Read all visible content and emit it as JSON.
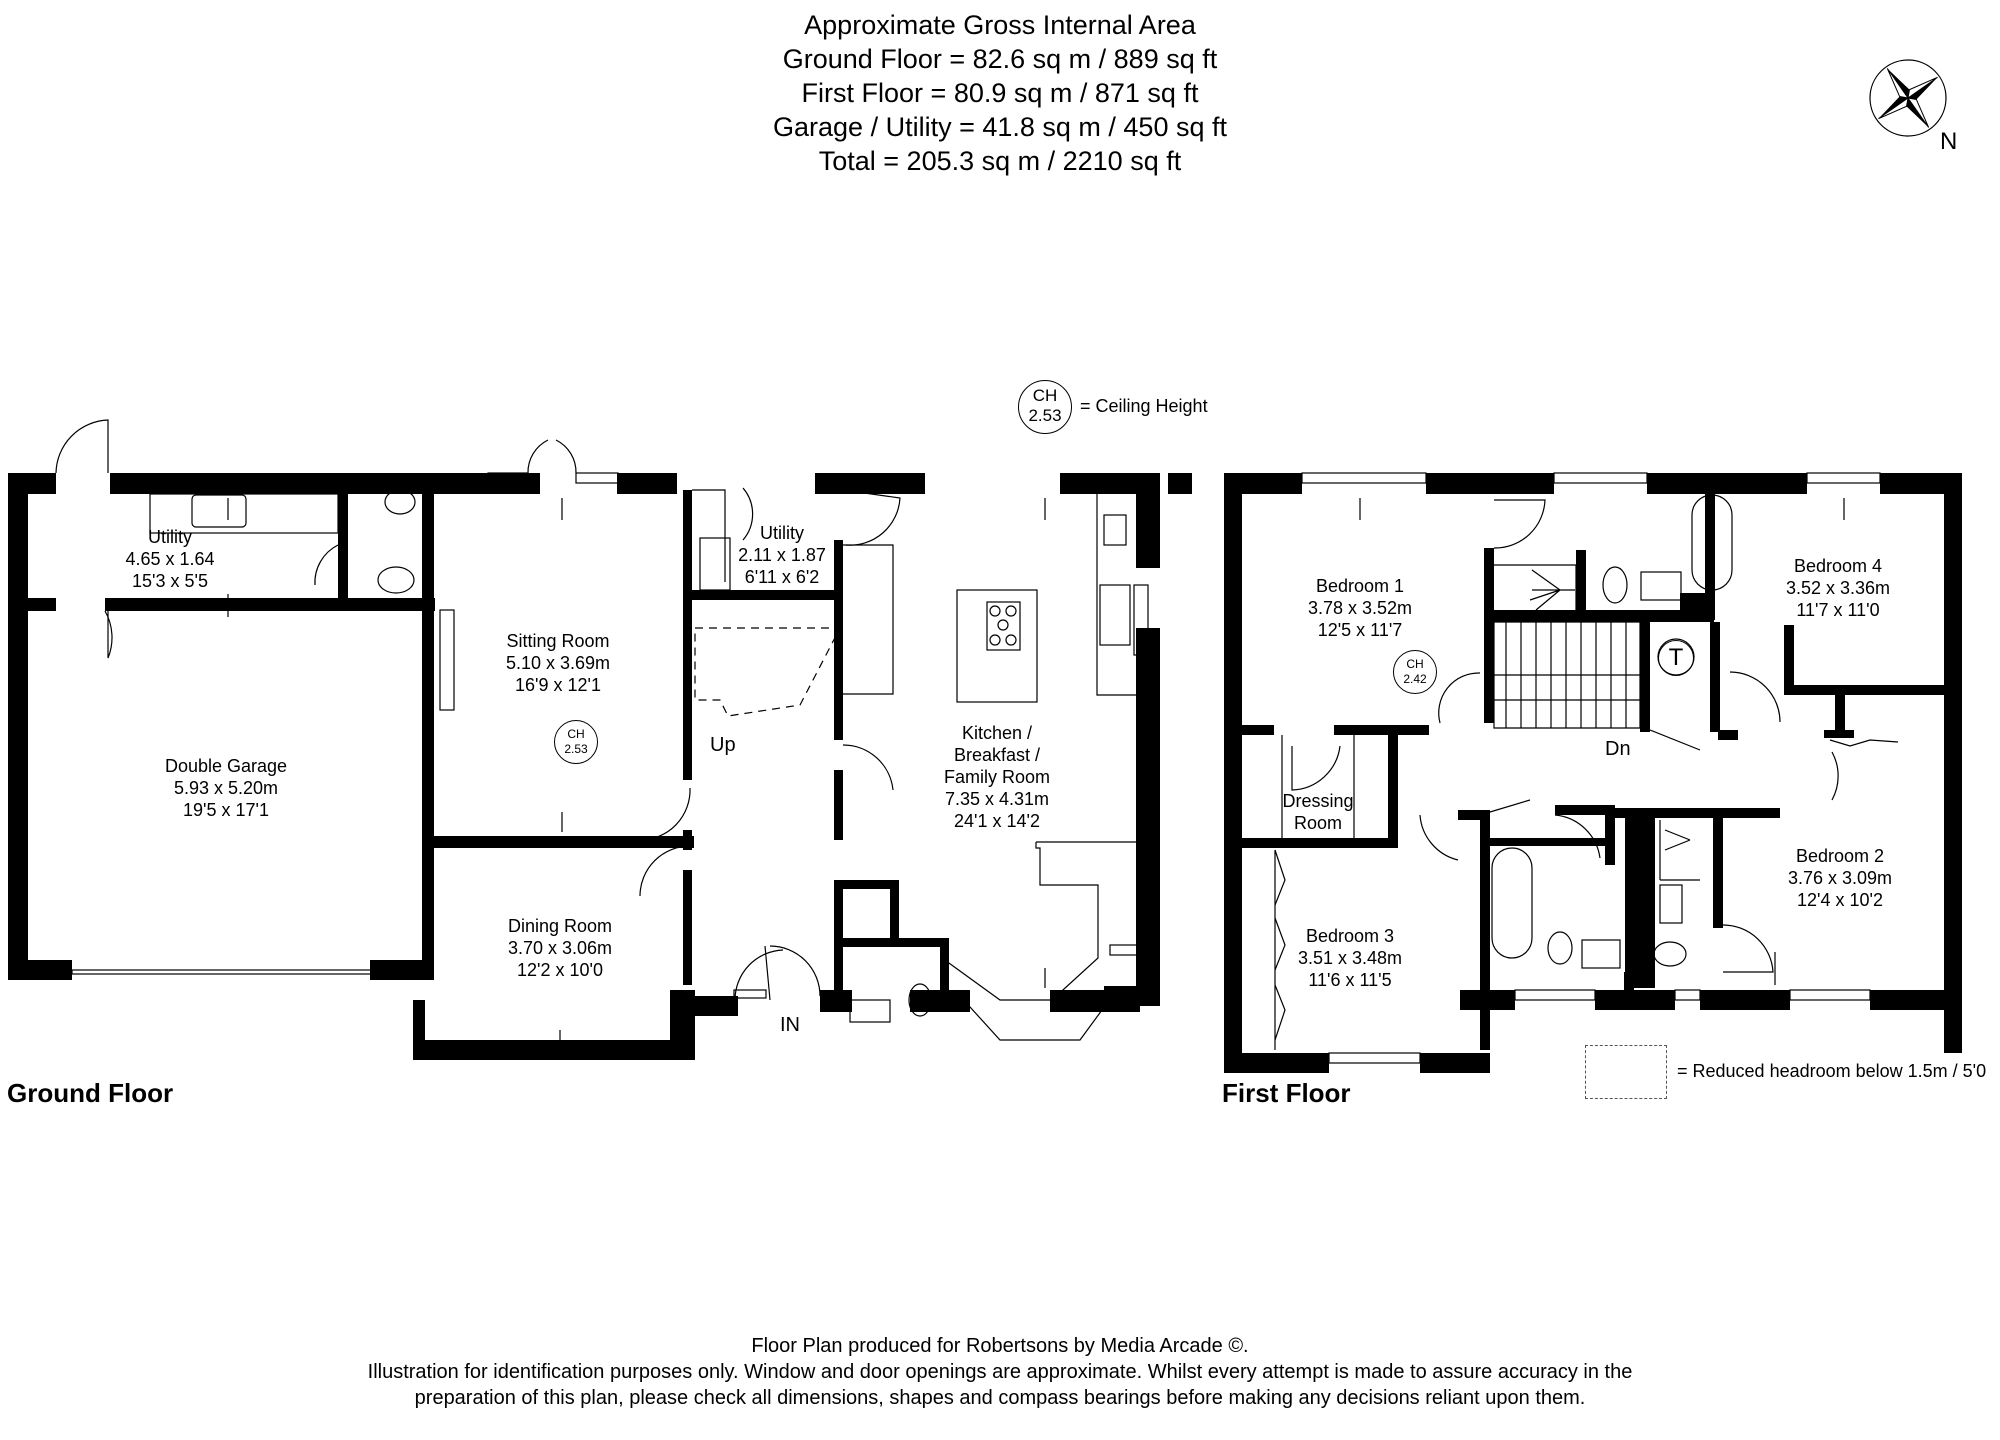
{
  "header": {
    "title": "Approximate Gross Internal Area",
    "lines": [
      "Ground Floor = 82.6 sq m / 889 sq ft",
      "First Floor = 80.9 sq m / 871 sq ft",
      "Garage / Utility = 41.8 sq m / 450 sq ft",
      "Total = 205.3 sq m / 2210 sq ft"
    ]
  },
  "compass": {
    "icon": "compass-rose-icon",
    "direction": "N"
  },
  "legend": {
    "ceiling_height": {
      "code": "CH",
      "value": "2.53",
      "label": "= Ceiling Height"
    },
    "reduced_headroom": {
      "label": "= Reduced headroom below 1.5m / 5'0"
    }
  },
  "ground_floor": {
    "label": "Ground Floor",
    "rooms": {
      "utility_garage": {
        "name": "Utility",
        "metric": "4.65 x 1.64",
        "imperial": "15'3 x 5'5"
      },
      "double_garage": {
        "name": "Double Garage",
        "metric": "5.93 x 5.20m",
        "imperial": "19'5 x 17'1"
      },
      "sitting_room": {
        "name": "Sitting Room",
        "metric": "5.10 x 3.69m",
        "imperial": "16'9 x 12'1",
        "ch_code": "CH",
        "ch_value": "2.53"
      },
      "utility_house": {
        "name": "Utility",
        "metric": "2.11 x 1.87",
        "imperial": "6'11 x 6'2"
      },
      "kitchen": {
        "name_lines": [
          "Kitchen /",
          "Breakfast /",
          "Family Room"
        ],
        "metric": "7.35 x 4.31m",
        "imperial": "24'1 x 14'2"
      },
      "dining_room": {
        "name": "Dining Room",
        "metric": "3.70 x 3.06m",
        "imperial": "12'2 x 10'0"
      }
    },
    "stairs_label": "Up",
    "entrance_label": "IN"
  },
  "first_floor": {
    "label": "First Floor",
    "rooms": {
      "bedroom1": {
        "name": "Bedroom 1",
        "metric": "3.78 x 3.52m",
        "imperial": "12'5 x 11'7",
        "ch_code": "CH",
        "ch_value": "2.42"
      },
      "bedroom4": {
        "name": "Bedroom 4",
        "metric": "3.52 x 3.36m",
        "imperial": "11'7 x 11'0"
      },
      "dressing_room": {
        "name_lines": [
          "Dressing",
          "Room"
        ]
      },
      "bedroom3": {
        "name": "Bedroom 3",
        "metric": "3.51 x 3.48m",
        "imperial": "11'6 x 11'5"
      },
      "bedroom2": {
        "name": "Bedroom 2",
        "metric": "3.76 x 3.09m",
        "imperial": "12'4 x 10'2"
      }
    },
    "stairs_label": "Dn",
    "tank_label": "T"
  },
  "footer": {
    "credit": "Floor Plan produced for Robertsons by Media Arcade ©.",
    "disclaimer_1": "Illustration for identification purposes only. Window and door openings are approximate. Whilst every attempt is made to assure accuracy in the",
    "disclaimer_2": "preparation of this plan, please check all dimensions, shapes and compass bearings before making any decisions reliant upon them."
  }
}
